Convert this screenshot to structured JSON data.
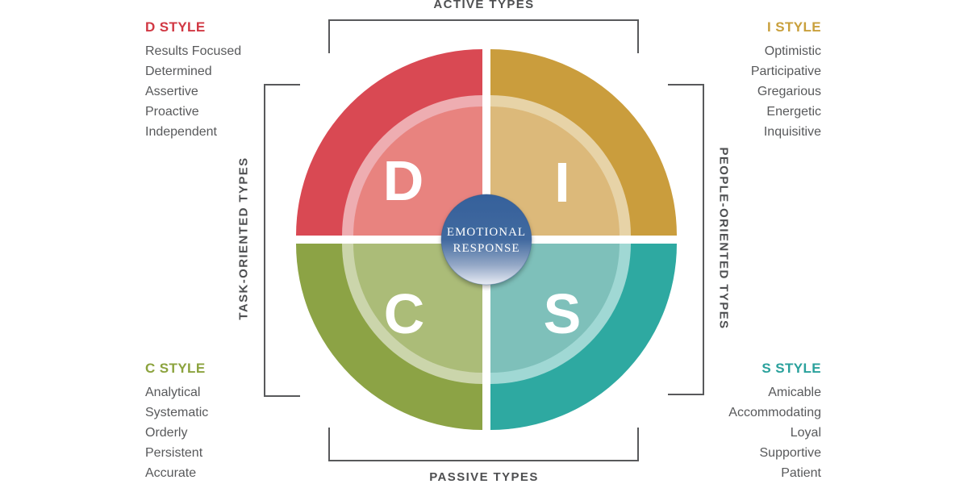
{
  "axes": {
    "top": "ACTIVE TYPES",
    "bottom": "PASSIVE TYPES",
    "left": "TASK-ORIENTED TYPES",
    "right": "PEOPLE-ORIENTED TYPES"
  },
  "center": {
    "line1": "EMOTIONAL",
    "line2": "RESPONSE"
  },
  "styles": {
    "d": {
      "title": "D STYLE",
      "letter": "D",
      "color_outer": "#d94953",
      "color_inner": "#e8837f",
      "title_color": "#d13843",
      "traits": [
        "Results Focused",
        "Determined",
        "Assertive",
        "Proactive",
        "Independent"
      ]
    },
    "i": {
      "title": "I STYLE",
      "letter": "I",
      "color_outer": "#ca9d3d",
      "color_inner": "#dcb97a",
      "title_color": "#c9a03c",
      "traits": [
        "Optimistic",
        "Participative",
        "Gregarious",
        "Energetic",
        "Inquisitive"
      ]
    },
    "c": {
      "title": "C STYLE",
      "letter": "C",
      "color_outer": "#8ca345",
      "color_inner": "#abbc78",
      "title_color": "#8ca33e",
      "traits": [
        "Analytical",
        "Systematic",
        "Orderly",
        "Persistent",
        "Accurate"
      ]
    },
    "s": {
      "title": "S STYLE",
      "letter": "S",
      "color_outer": "#2ea9a1",
      "color_inner": "#7ec0ba",
      "title_color": "#2aa19c",
      "traits": [
        "Amicable",
        "Accommodating",
        "Loyal",
        "Supportive",
        "Patient"
      ]
    }
  },
  "colors": {
    "center_blue_top": "#35619b",
    "center_blue_bottom": "#e8ecf4",
    "bracket_grey": "#58595b",
    "trait_text_grey": "#58595b",
    "axis_text_grey": "#4e4f51"
  }
}
